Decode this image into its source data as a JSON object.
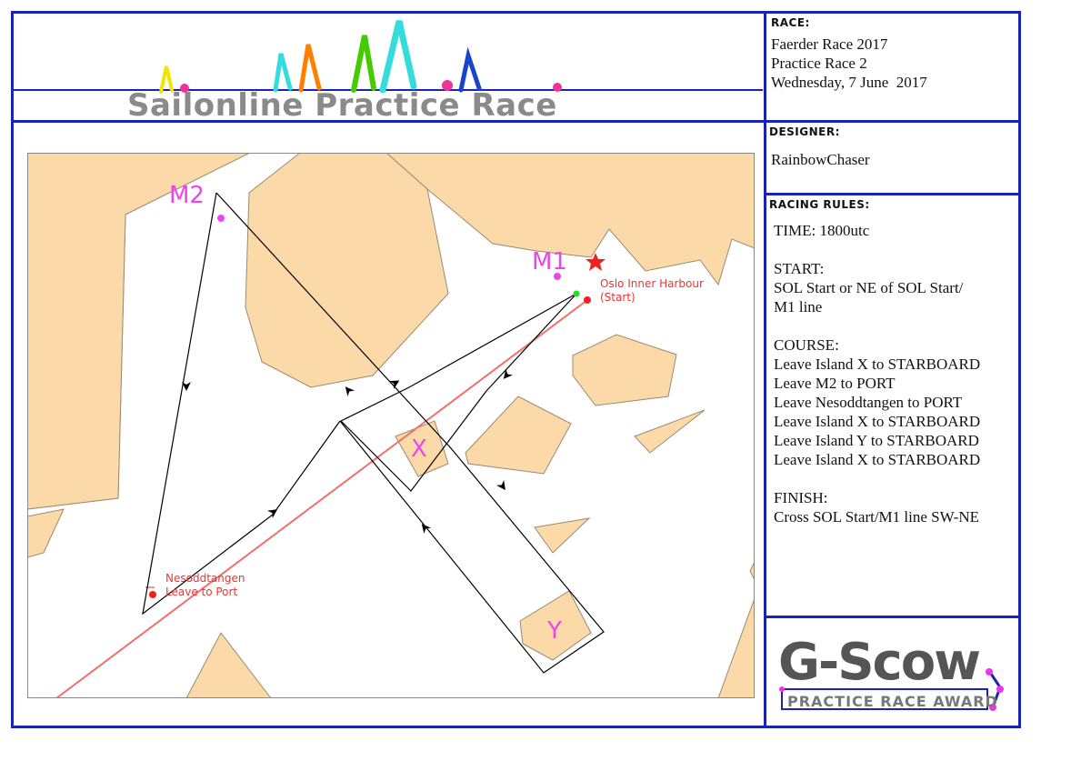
{
  "header": {
    "title": "Sailonline Practice Race",
    "colors": {
      "border": "#1a22b8",
      "title": "#8a8a8a"
    }
  },
  "race_panel": {
    "label": "RACE:",
    "lines": [
      "Faerder Race 2017",
      "Practice Race 2",
      "Wednesday, 7 June  2017"
    ]
  },
  "designer_panel": {
    "label": "DESIGNER:",
    "name": "RainbowChaser"
  },
  "rules_panel": {
    "label": "RACING RULES:",
    "time": "TIME: 1800utc",
    "start_label": "START:",
    "start_lines": [
      "SOL Start or NE of SOL Start/",
      "M1 line"
    ],
    "course_label": "COURSE:",
    "course_lines": [
      "Leave Island X to STARBOARD",
      "Leave M2 to PORT",
      "Leave Nesoddtangen to PORT",
      "Leave Island X to STARBOARD",
      "Leave Island Y to STARBOARD",
      "Leave Island X to STARBOARD"
    ],
    "finish_label": "FINISH:",
    "finish_line": "Cross SOL Start/M1 line SW-NE"
  },
  "award": {
    "logo_text": "G-Scow",
    "subtitle": "PRACTICE RACE AWARD"
  },
  "map": {
    "colors": {
      "land": "#fcd9a8",
      "land_stroke": "#9a8a70",
      "water": "#ffffff",
      "route": "#000000",
      "rhumb": "#f07070",
      "mark": "#ee44ee",
      "label_red": "#ee3333"
    },
    "marks": [
      {
        "name": "M1",
        "label": "M1"
      },
      {
        "name": "M2",
        "label": "M2"
      },
      {
        "name": "X",
        "label": "X"
      },
      {
        "name": "Y",
        "label": "Y"
      }
    ],
    "start_label_line1": "Oslo Inner Harbour",
    "start_label_line2": "(Start)",
    "waypoint_label_line1": "Nesoddtangen",
    "waypoint_label_line2": "Leave to Port"
  }
}
